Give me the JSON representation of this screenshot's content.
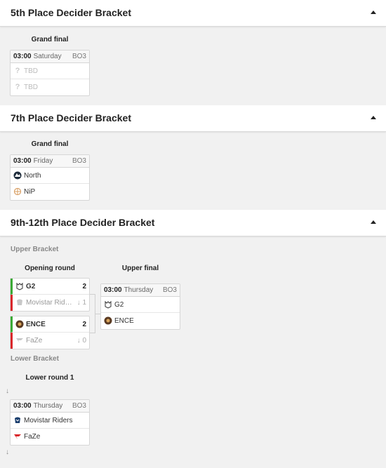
{
  "sections": [
    {
      "title": "5th Place Decider Bracket",
      "rounds": [
        {
          "title": "Grand final",
          "match": {
            "time": "03:00",
            "day": "Saturday",
            "bo": "BO3",
            "teams": [
              {
                "name": "TBD"
              },
              {
                "name": "TBD"
              }
            ]
          }
        }
      ]
    },
    {
      "title": "7th Place Decider Bracket",
      "rounds": [
        {
          "title": "Grand final",
          "match": {
            "time": "03:00",
            "day": "Friday",
            "bo": "BO3",
            "teams": [
              {
                "name": "North"
              },
              {
                "name": "NiP"
              }
            ]
          }
        }
      ]
    },
    {
      "title": "9th-12th Place Decider Bracket",
      "upper_label": "Upper Bracket",
      "lower_label": "Lower Bracket",
      "opening_round": {
        "title": "Opening round",
        "matches": [
          {
            "teams": [
              {
                "name": "G2",
                "score": "2"
              },
              {
                "name": "Movistar Rid…",
                "score": "1"
              }
            ]
          },
          {
            "teams": [
              {
                "name": "ENCE",
                "score": "2"
              },
              {
                "name": "FaZe",
                "score": "0"
              }
            ]
          }
        ]
      },
      "upper_final": {
        "title": "Upper final",
        "match": {
          "time": "03:00",
          "day": "Thursday",
          "bo": "BO3",
          "teams": [
            {
              "name": "G2"
            },
            {
              "name": "ENCE"
            }
          ]
        }
      },
      "lower_round": {
        "title": "Lower round 1",
        "match": {
          "time": "03:00",
          "day": "Thursday",
          "bo": "BO3",
          "teams": [
            {
              "name": "Movistar Riders"
            },
            {
              "name": "FaZe"
            }
          ]
        }
      }
    }
  ],
  "colors": {
    "win": "#3aaa35",
    "lose": "#d9262a",
    "background": "#f1f1f1"
  },
  "icons": {
    "toggle": "caret-up-icon",
    "tbd": "question-icon",
    "down": "arrow-down-icon"
  }
}
